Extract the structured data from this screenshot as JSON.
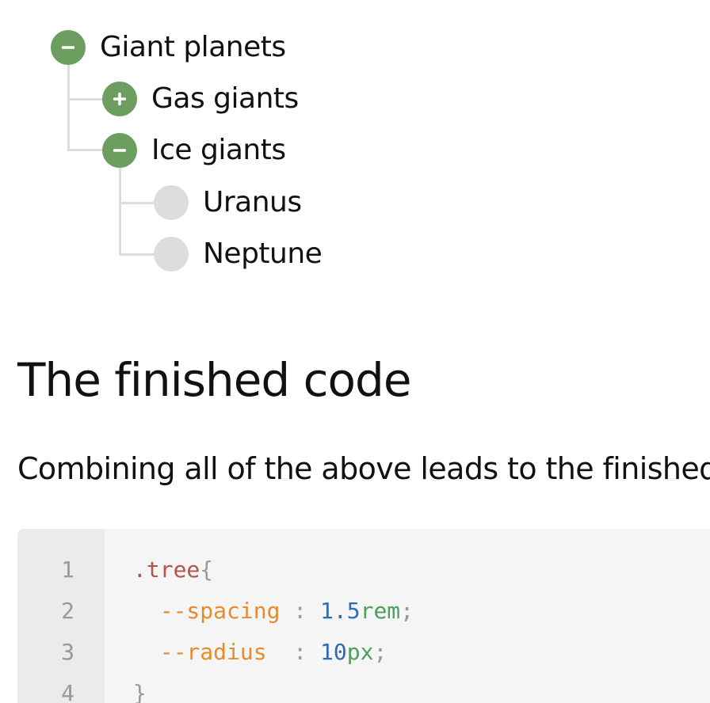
{
  "tree": {
    "root": {
      "label": "Giant planets",
      "marker": "minus-icon"
    },
    "children": [
      {
        "label": "Gas giants",
        "marker": "plus-icon"
      },
      {
        "label": "Ice giants",
        "marker": "minus-icon"
      }
    ],
    "ice_giants_children": [
      {
        "label": "Uranus",
        "marker": "dot-icon"
      },
      {
        "label": "Neptune",
        "marker": "dot-icon"
      }
    ],
    "colors": {
      "marker_green": "#6b9e5f",
      "marker_grey": "#dddddd",
      "line": "#dddddd"
    }
  },
  "heading": "The finished code",
  "paragraph": "Combining all of the above leads to the finished",
  "code": {
    "line_numbers": [
      "1",
      "2",
      "3",
      "4"
    ],
    "lines": [
      {
        "tokens": [
          ".tree",
          "{"
        ]
      },
      {
        "indent": "  ",
        "tokens": [
          "--spacing",
          " : ",
          "1.5",
          "rem",
          ";"
        ]
      },
      {
        "indent": "  ",
        "tokens": [
          "--radius",
          "  : ",
          "10",
          "px",
          ";"
        ]
      },
      {
        "tokens": [
          "}"
        ]
      }
    ],
    "colors": {
      "selector": "#b4534c",
      "property": "#e78c2d",
      "number": "#2e6bb5",
      "unit": "#4aa15b",
      "punctuation": "#999999"
    }
  }
}
